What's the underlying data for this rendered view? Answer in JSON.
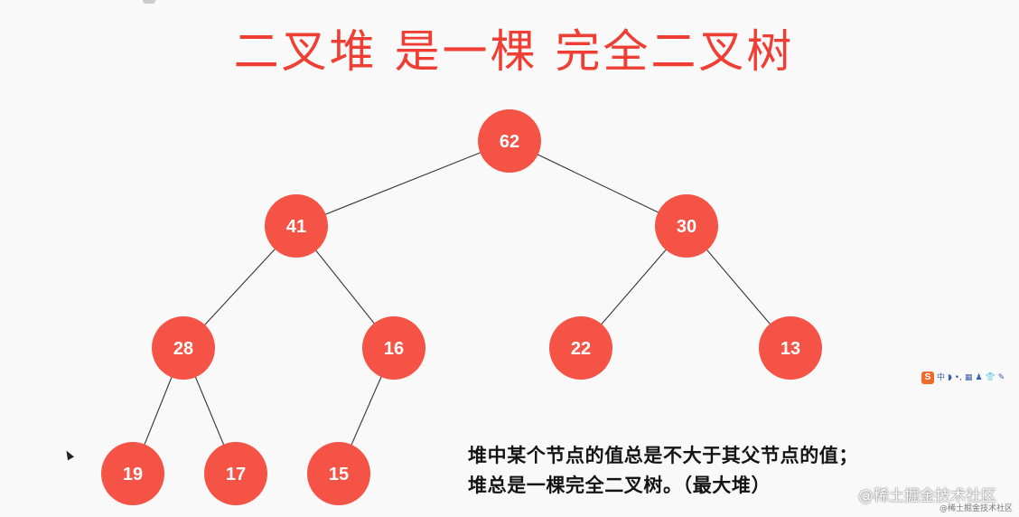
{
  "title": "二叉堆 是一棵 完全二叉树",
  "description": {
    "line1": "堆中某个节点的值总是不大于其父节点的值；",
    "line2": "堆总是一棵完全二叉树。（最大堆）"
  },
  "tree": {
    "nodes": [
      {
        "id": "n62",
        "label": "62"
      },
      {
        "id": "n41",
        "label": "41"
      },
      {
        "id": "n30",
        "label": "30"
      },
      {
        "id": "n28",
        "label": "28"
      },
      {
        "id": "n16",
        "label": "16"
      },
      {
        "id": "n22",
        "label": "22"
      },
      {
        "id": "n13",
        "label": "13"
      },
      {
        "id": "n19",
        "label": "19"
      },
      {
        "id": "n17",
        "label": "17"
      },
      {
        "id": "n15",
        "label": "15"
      }
    ],
    "edges": [
      [
        "n62",
        "n41"
      ],
      [
        "n62",
        "n30"
      ],
      [
        "n41",
        "n28"
      ],
      [
        "n41",
        "n16"
      ],
      [
        "n30",
        "n22"
      ],
      [
        "n30",
        "n13"
      ],
      [
        "n28",
        "n19"
      ],
      [
        "n28",
        "n17"
      ],
      [
        "n16",
        "n15"
      ]
    ]
  },
  "watermark": {
    "main": "@稀土掘金技术社区",
    "small": "@稀土掘金技术社区"
  },
  "ime_toolbar": {
    "logo": "S",
    "items": [
      "中",
      "◗",
      "•,",
      "▦",
      "♟",
      "👕",
      "✎"
    ]
  },
  "colors": {
    "title": "#ef3f35",
    "node_fill": "#f45346",
    "node_text": "#ffffff",
    "edge": "#333333",
    "background": "#f9f9f9"
  }
}
